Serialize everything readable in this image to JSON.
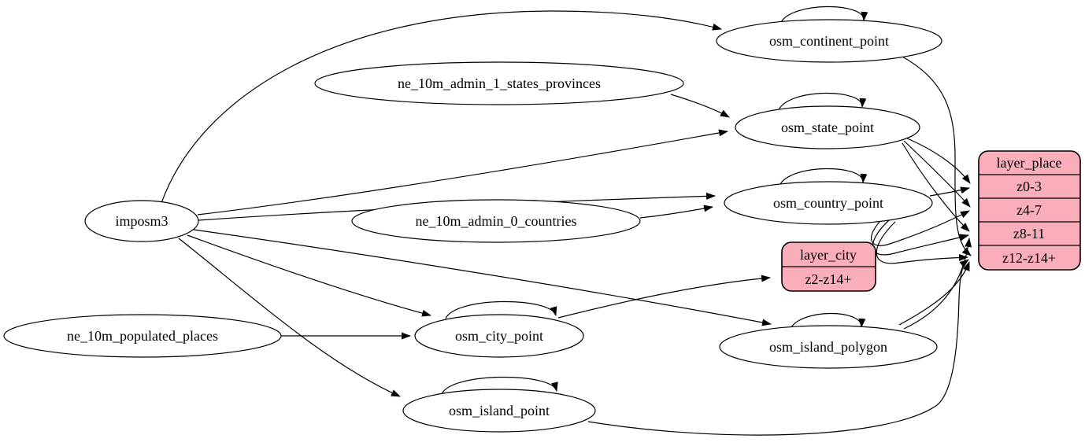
{
  "colors": {
    "record_fill": "#f9aeba",
    "node_fill": "#ffffff",
    "edge_stroke": "#000000"
  },
  "nodes": {
    "imposm3": {
      "label": "imposm3",
      "type": "source"
    },
    "ne_10m_admin_1_states_provinces": {
      "label": "ne_10m_admin_1_states_provinces",
      "type": "source"
    },
    "ne_10m_admin_0_countries": {
      "label": "ne_10m_admin_0_countries",
      "type": "source"
    },
    "ne_10m_populated_places": {
      "label": "ne_10m_populated_places",
      "type": "source"
    },
    "osm_continent_point": {
      "label": "osm_continent_point",
      "type": "table"
    },
    "osm_state_point": {
      "label": "osm_state_point",
      "type": "table"
    },
    "osm_country_point": {
      "label": "osm_country_point",
      "type": "table"
    },
    "osm_city_point": {
      "label": "osm_city_point",
      "type": "table"
    },
    "osm_island_polygon": {
      "label": "osm_island_polygon",
      "type": "table"
    },
    "osm_island_point": {
      "label": "osm_island_point",
      "type": "table"
    }
  },
  "records": {
    "layer_city": {
      "title": "layer_city",
      "rows": [
        "z2-z14+"
      ]
    },
    "layer_place": {
      "title": "layer_place",
      "rows": [
        "z0-3",
        "z4-7",
        "z8-11",
        "z12-z14+"
      ]
    }
  },
  "edges": [
    {
      "from": "imposm3",
      "to": "osm_continent_point"
    },
    {
      "from": "imposm3",
      "to": "osm_state_point"
    },
    {
      "from": "imposm3",
      "to": "osm_country_point"
    },
    {
      "from": "imposm3",
      "to": "osm_city_point"
    },
    {
      "from": "imposm3",
      "to": "osm_island_polygon"
    },
    {
      "from": "imposm3",
      "to": "osm_island_point"
    },
    {
      "from": "ne_10m_admin_1_states_provinces",
      "to": "osm_state_point"
    },
    {
      "from": "ne_10m_admin_0_countries",
      "to": "osm_country_point"
    },
    {
      "from": "ne_10m_populated_places",
      "to": "osm_city_point"
    },
    {
      "from": "osm_continent_point",
      "to": "osm_continent_point"
    },
    {
      "from": "osm_state_point",
      "to": "osm_state_point"
    },
    {
      "from": "osm_country_point",
      "to": "osm_country_point"
    },
    {
      "from": "osm_city_point",
      "to": "osm_city_point"
    },
    {
      "from": "osm_island_polygon",
      "to": "osm_island_polygon"
    },
    {
      "from": "osm_island_point",
      "to": "osm_island_point"
    },
    {
      "from": "osm_continent_point",
      "to": "layer_place.z12-z14+"
    },
    {
      "from": "osm_state_point",
      "to": "layer_place.z0-3"
    },
    {
      "from": "osm_state_point",
      "to": "layer_place.z4-7"
    },
    {
      "from": "osm_state_point",
      "to": "layer_place.z8-11"
    },
    {
      "from": "osm_country_point",
      "to": "layer_place.z0-3"
    },
    {
      "from": "osm_country_point",
      "to": "layer_place.z4-7"
    },
    {
      "from": "osm_country_point",
      "to": "layer_place.z8-11"
    },
    {
      "from": "osm_country_point",
      "to": "layer_place.z12-z14+"
    },
    {
      "from": "osm_city_point",
      "to": "layer_city.z2-z14+"
    },
    {
      "from": "osm_island_polygon",
      "to": "layer_place.z8-11"
    },
    {
      "from": "osm_island_polygon",
      "to": "layer_place.z12-z14+"
    },
    {
      "from": "osm_island_point",
      "to": "layer_place.z12-z14+"
    }
  ]
}
